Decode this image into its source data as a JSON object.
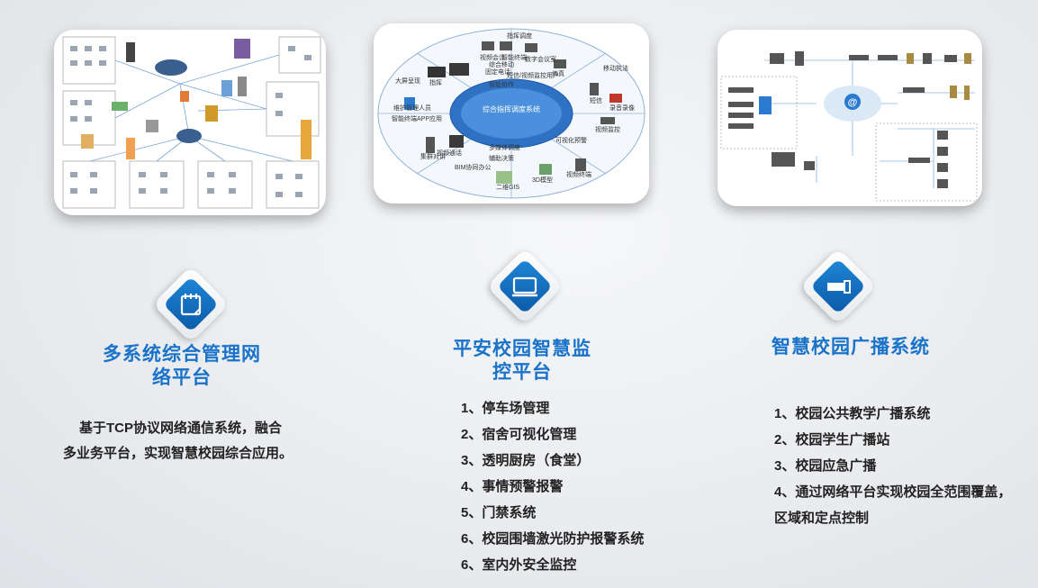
{
  "columns": [
    {
      "title_lines": [
        "多系统综合管理网",
        "络平台"
      ],
      "description_lines": [
        "基于TCP协议网络通信系统，融合",
        "多业务平台，实现智慧校园综合应用。"
      ],
      "icon": "note-icon"
    },
    {
      "title_lines": [
        "平安校园智慧监",
        "控平台"
      ],
      "items": [
        "1、停车场管理",
        "2、宿舍可视化管理",
        "3、透明厨房（食堂）",
        "4、事情预警报警",
        "5、门禁系统",
        "6、校园围墙激光防护报警系统",
        "6、室内外安全监控"
      ],
      "icon": "monitor-icon",
      "diagram": {
        "center": "综合指挥调度系统",
        "segments": [
          "指挥调度",
          "移动执法",
          "智能协作",
          "可视化预警",
          "辅助决策",
          "多媒体调度",
          "智能终端APP应用",
          "大屏呈现"
        ],
        "nodes": [
          "视频会议",
          "智能终端",
          "综合移动",
          "数字会议室",
          "固定电话",
          "短信/视频监控用户",
          "传真",
          "短信",
          "录音录像",
          "视频监控",
          "视频终端",
          "3D模型",
          "二维GIS",
          "BIM协同办公",
          "视频通话",
          "集群对讲",
          "维护管理人员",
          "指挥"
        ]
      }
    },
    {
      "title_lines": [
        "智慧校园广播系统"
      ],
      "items": [
        "1、校园公共教学广播系统",
        "2、校园学生广播站",
        "3、校园应急广播",
        "4、通过网络平台实现校园全范围覆盖，",
        "区域和定点控制"
      ],
      "icon": "speaker-icon"
    }
  ],
  "colors": {
    "accent": "#1a73c8",
    "badge_blue": "#0b5aa8"
  }
}
